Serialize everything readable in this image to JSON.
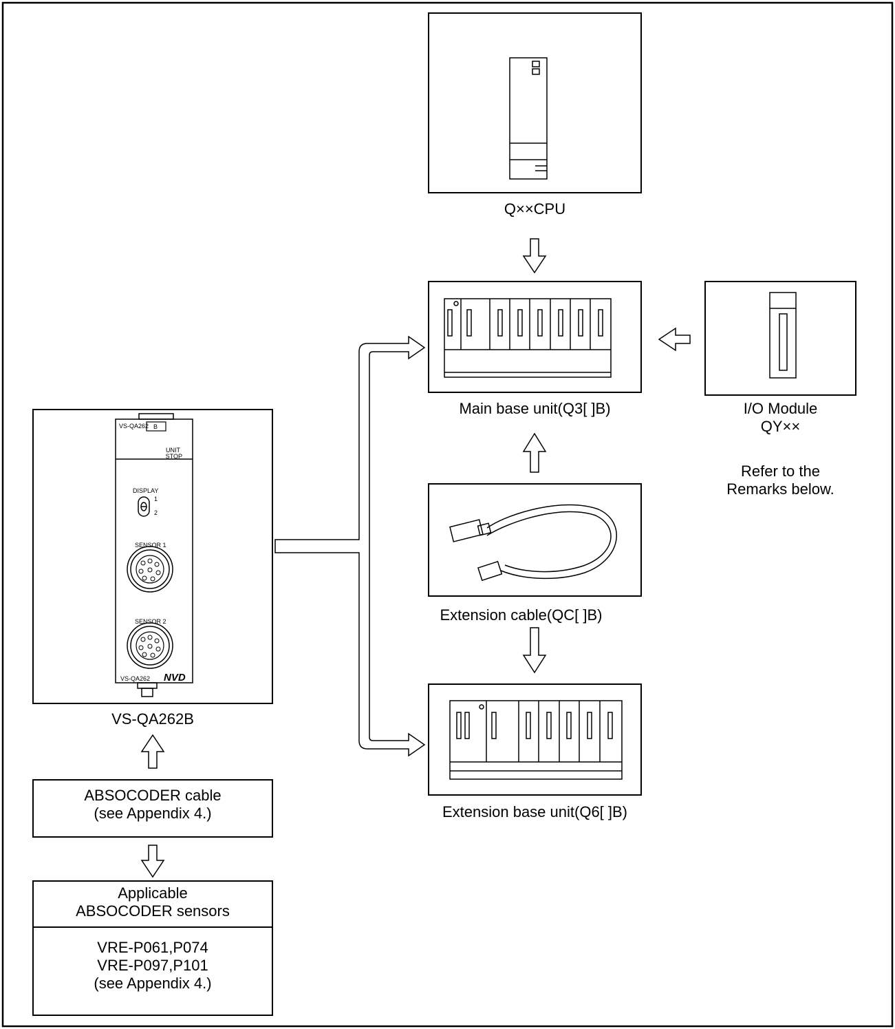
{
  "cpu": {
    "label": "Q××CPU"
  },
  "main_base": {
    "label": "Main base unit(Q3[ ]B)"
  },
  "io_module": {
    "label_line1": "I/O Module",
    "label_line2": "QY××",
    "note_line1": "Refer to the",
    "note_line2": "Remarks below."
  },
  "extension_cable": {
    "label": "Extension cable(QC[ ]B)"
  },
  "extension_base": {
    "label": "Extension base unit(Q6[ ]B)"
  },
  "module": {
    "label": "VS-QA262B",
    "model_text": "VS-QA262",
    "model_suffix": "B",
    "unit_text": "UNIT",
    "stop_text": "STOP",
    "display_text": "DISPLAY",
    "display_pos1": "1",
    "display_pos2": "2",
    "sensor1_text": "SENSOR 1",
    "sensor2_text": "SENSOR 2",
    "bottom_model_text": "VS-QA262",
    "logo_text": "NVD"
  },
  "absocoder_cable": {
    "line1": "ABSOCODER cable",
    "line2": "(see Appendix 4.)"
  },
  "sensors": {
    "header_line1": "Applicable",
    "header_line2": "ABSOCODER sensors",
    "models_line1": "VRE-P061,P074",
    "models_line2": "VRE-P097,P101",
    "models_line3": "(see Appendix 4.)"
  }
}
